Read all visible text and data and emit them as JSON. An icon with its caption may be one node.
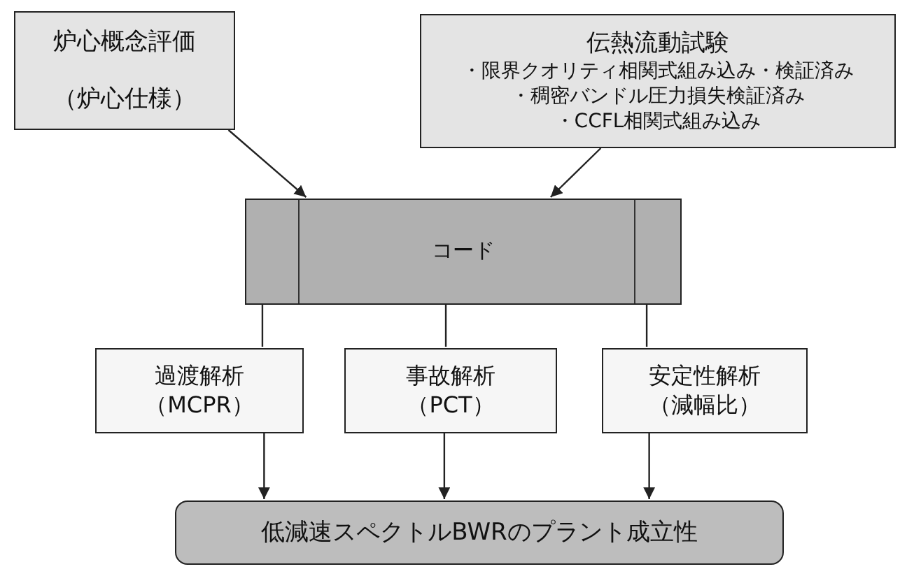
{
  "diagram": {
    "nodes": [
      {
        "text": [
          "炉心概念評価",
          "（炉心仕様）"
        ]
      },
      {
        "text": [
          "伝熱流動試験",
          "・限界クオリティ相関式組み込み・検証済み",
          "・稠密バンドル圧力損失検証済み",
          "・CCFL相関式組み込み"
        ]
      },
      {
        "text": [
          "コード"
        ]
      },
      {
        "text": [
          "過渡解析",
          "（MCPR）"
        ]
      },
      {
        "text": [
          "事故解析",
          "（PCT）"
        ]
      },
      {
        "text": [
          "安定性解析",
          "（減幅比）"
        ]
      },
      {
        "text": [
          "低減速スペクトルBWRのプラント成立性"
        ]
      }
    ],
    "edges": [
      {
        "from": 0,
        "to": 2,
        "arrow": "to"
      },
      {
        "from": 1,
        "to": 2,
        "arrow": "to"
      },
      {
        "from": 2,
        "to": 3,
        "arrow": "none"
      },
      {
        "from": 2,
        "to": 4,
        "arrow": "none"
      },
      {
        "from": 2,
        "to": 5,
        "arrow": "none"
      },
      {
        "from": 3,
        "to": 6,
        "arrow": "to"
      },
      {
        "from": 4,
        "to": 6,
        "arrow": "to"
      },
      {
        "from": 5,
        "to": 6,
        "arrow": "to"
      }
    ]
  }
}
